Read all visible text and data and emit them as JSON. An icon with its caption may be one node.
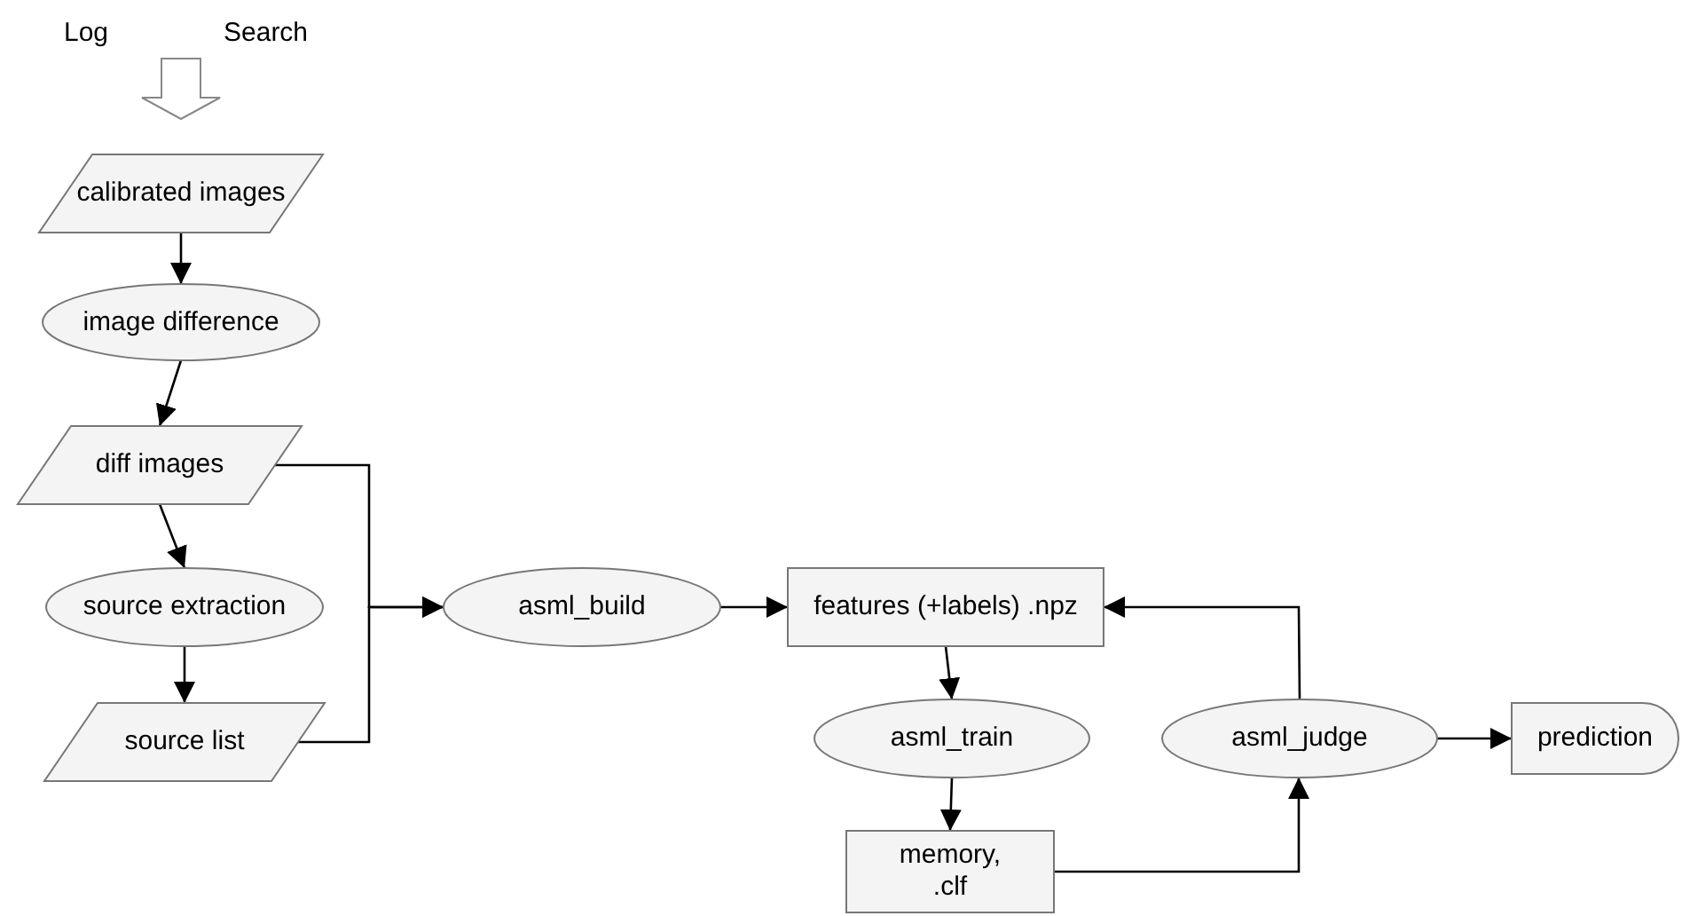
{
  "diagram": {
    "nodes": [
      {
        "text": [
          "calibrated images"
        ]
      },
      {
        "text": [
          "image difference"
        ]
      },
      {
        "text": [
          "diff images"
        ]
      },
      {
        "text": [
          "source extraction"
        ]
      },
      {
        "text": [
          "source list"
        ]
      },
      {
        "text": [
          "asml_build"
        ]
      },
      {
        "text": [
          "features (+labels) .npz"
        ]
      },
      {
        "text": [
          "asml_train"
        ]
      },
      {
        "text": [
          "memory, .clf"
        ]
      },
      {
        "text": [
          "asml_judge"
        ]
      },
      {
        "text": [
          "prediction"
        ]
      }
    ],
    "edges": [
      {
        "from": null,
        "to": 0,
        "arrow": "to",
        "style": "thick"
      },
      {
        "from": 0,
        "to": 1,
        "arrow": "to"
      },
      {
        "from": 1,
        "to": 2,
        "arrow": "to"
      },
      {
        "from": 2,
        "to": 3,
        "arrow": "to"
      },
      {
        "from": 3,
        "to": 4,
        "arrow": "to"
      },
      {
        "from": 2,
        "to": 5,
        "arrow": "to"
      },
      {
        "from": 4,
        "to": 5,
        "arrow": "to"
      },
      {
        "from": 5,
        "to": 6,
        "arrow": "to"
      },
      {
        "from": 6,
        "to": 7,
        "arrow": "to"
      },
      {
        "from": 7,
        "to": 8,
        "arrow": "to"
      },
      {
        "from": 8,
        "to": 9,
        "arrow": "to"
      },
      {
        "from": 9,
        "to": 6,
        "arrow": "to"
      },
      {
        "from": 9,
        "to": 10,
        "arrow": "to"
      }
    ],
    "labels": [
      "Log",
      "Search"
    ]
  }
}
